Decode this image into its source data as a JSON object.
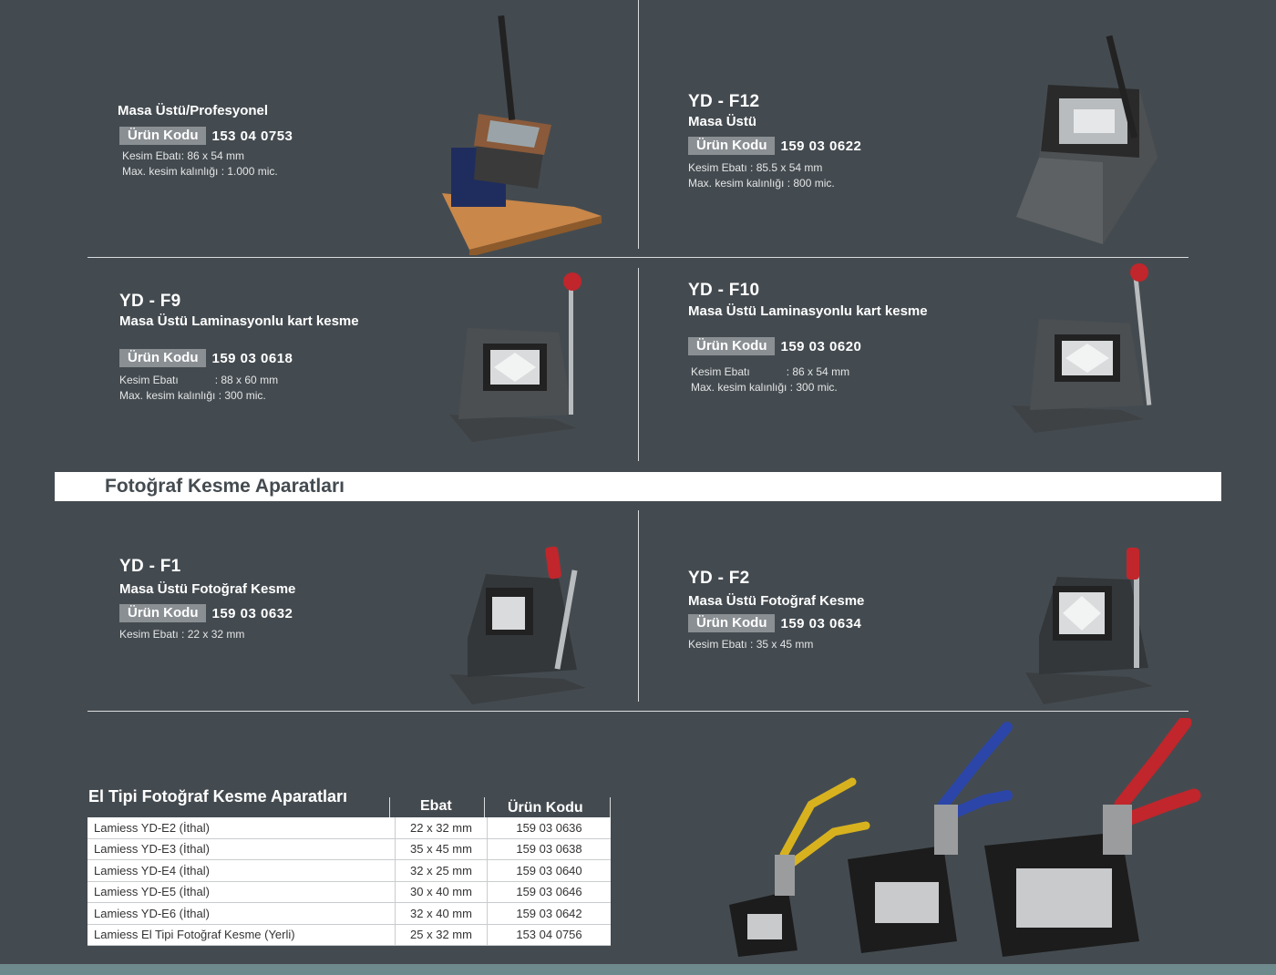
{
  "products": [
    {
      "model": "",
      "subtitle": "Masa Üstü/Profesyonel",
      "code_label": "Ürün Kodu",
      "code": "153 04 0753",
      "specs": "Kesim Ebatı: 86 x 54 mm\nMax. kesim kalınlığı : 1.000 mic."
    },
    {
      "model": "YD - F12",
      "subtitle": "Masa Üstü",
      "code_label": "Ürün Kodu",
      "code": "159 03 0622",
      "specs": "Kesim Ebatı : 85.5 x 54 mm\nMax. kesim kalınlığı : 800 mic."
    },
    {
      "model": "YD - F9",
      "subtitle": "Masa Üstü Laminasyonlu kart kesme",
      "code_label": "Ürün Kodu",
      "code": "159 03 0618",
      "specs": "Kesim Ebatı            : 88 x 60 mm\nMax. kesim kalınlığı : 300 mic."
    },
    {
      "model": "YD - F10",
      "subtitle": "Masa Üstü Laminasyonlu kart kesme",
      "code_label": "Ürün Kodu",
      "code": "159 03 0620",
      "specs": "Kesim Ebatı            : 86 x 54 mm\nMax. kesim kalınlığı : 300 mic."
    },
    {
      "model": "YD - F1",
      "subtitle": "Masa Üstü Fotoğraf Kesme",
      "code_label": "Ürün Kodu",
      "code": "159 03 0632",
      "specs": "Kesim Ebatı : 22 x 32 mm"
    },
    {
      "model": "YD - F2",
      "subtitle": "Masa Üstü Fotoğraf Kesme",
      "code_label": "Ürün Kodu",
      "code": "159 03 0634",
      "specs": "Kesim Ebatı : 35 x 45 mm"
    }
  ],
  "banner": {
    "title": "Fotoğraf Kesme Aparatları"
  },
  "hand_table": {
    "title": "El Tipi Fotoğraf Kesme Aparatları",
    "headers": [
      "Ebat",
      "Ürün Kodu"
    ],
    "rows": [
      {
        "name": "Lamiess  YD-E2  (İthal)",
        "size": "22 x 32 mm",
        "code": "159 03 0636"
      },
      {
        "name": "Lamiess  YD-E3  (İthal)",
        "size": "35 x 45 mm",
        "code": "159 03 0638"
      },
      {
        "name": "Lamiess  YD-E4  (İthal)",
        "size": "32 x 25 mm",
        "code": "159 03 0640"
      },
      {
        "name": "Lamiess  YD-E5  (İthal)",
        "size": "30 x 40 mm",
        "code": "159 03 0646"
      },
      {
        "name": "Lamiess  YD-E6  (İthal)",
        "size": "32 x 40 mm",
        "code": "159 03 0642"
      },
      {
        "name": "Lamiess El Tipi Fotoğraf Kesme (Yerli)",
        "size": "25 x 32 mm",
        "code": "153 04 0756"
      }
    ]
  },
  "colors": {
    "background": "#444b50",
    "label_bg": "#8a8f93",
    "lever_red": "#c0262b",
    "handle_blue": "#2b46a8",
    "handle_yellow": "#d8b21e"
  }
}
